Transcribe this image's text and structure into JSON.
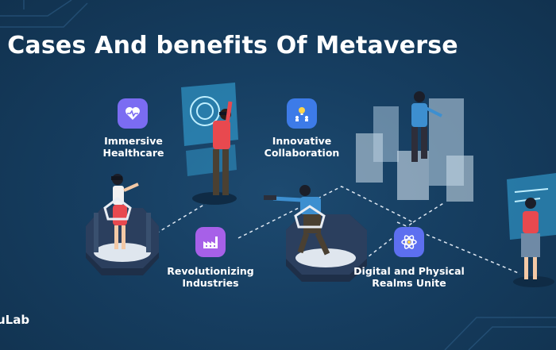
{
  "title": "e Cases And benefits Of Metaverse",
  "brand": "uLab",
  "features": [
    {
      "label_line1": "Immersive",
      "label_line2": "Healthcare",
      "icon": "heart-pulse-icon",
      "color": "#7b6cf2"
    },
    {
      "label_line1": "Innovative",
      "label_line2": "Collaboration",
      "icon": "team-lightbulb-icon",
      "color": "#3d7be8"
    },
    {
      "label_line1": "Revolutionizing",
      "label_line2": "Industries",
      "icon": "factory-icon",
      "color": "#a760e8"
    },
    {
      "label_line1": "Digital and Physical",
      "label_line2": "Realms Unite",
      "icon": "atom-icon",
      "color": "#5d6ff0"
    }
  ],
  "colors": {
    "background": "#163e61",
    "text": "#ffffff",
    "accent": "#3ec6ff"
  }
}
